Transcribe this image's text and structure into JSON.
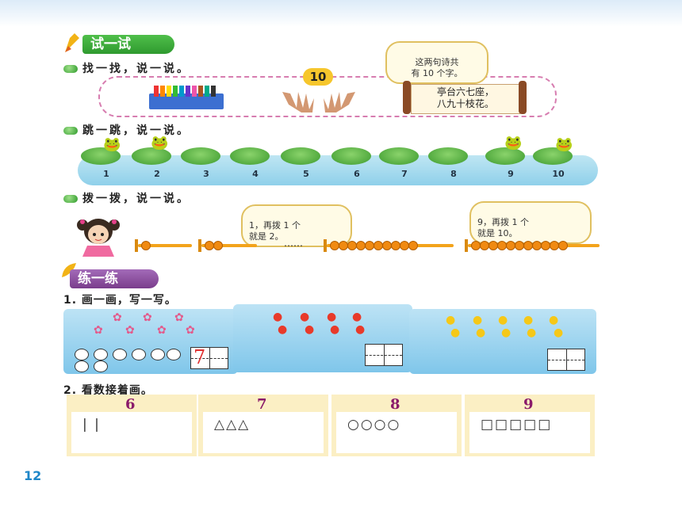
{
  "section1": {
    "title": "试一试"
  },
  "q1": {
    "label": "找一找，说一说。",
    "bubble": "这两句诗共\n有 10 个字。",
    "badge": "10",
    "scroll_line1": "亭台六七座，",
    "scroll_line2": "八九十枝花。"
  },
  "q2": {
    "label": "跳一跳，说一说。",
    "pads": [
      "1",
      "2",
      "3",
      "4",
      "5",
      "6",
      "7",
      "8",
      "9",
      "10"
    ]
  },
  "q3": {
    "label": "拨一拨，说一说。",
    "bubble_left": "1，再拨 1 个\n就是 2。",
    "bubble_right": "9，再拨 1 个\n就是 10。",
    "ellipsis": "……"
  },
  "section2": {
    "title": "练一练"
  },
  "ex1": {
    "label": "1. 画一画，写一写。",
    "written_number": "7"
  },
  "ex2": {
    "label": "2. 看数接着画。",
    "cards": [
      {
        "number": "6",
        "drawn": "| |"
      },
      {
        "number": "7",
        "drawn": "△△△"
      },
      {
        "number": "8",
        "drawn": "○○○○"
      },
      {
        "number": "9",
        "drawn": "□□□□□"
      }
    ]
  },
  "page_number": "12",
  "colors": {
    "banner_green": "#2f9a2f",
    "banner_purple": "#7a3d8c",
    "bead_orange": "#f08a12"
  }
}
